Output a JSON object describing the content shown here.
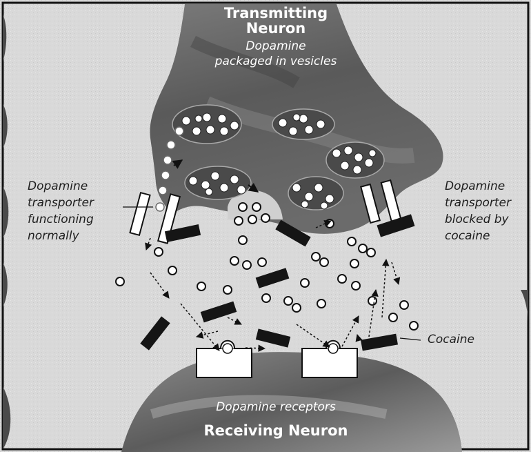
{
  "labels": {
    "transmitting_title_line1": "Transmitting",
    "transmitting_title_line2": "Neuron",
    "vesicle_note_line1": "Dopamine",
    "vesicle_note_line2": "packaged in vesicles",
    "transporter_normal": [
      "Dopamine",
      "transporter",
      "functioning",
      "normally"
    ],
    "transporter_blocked": [
      "Dopamine",
      "transporter",
      "blocked by",
      "cocaine"
    ],
    "cocaine": "Cocaine",
    "receptors": "Dopamine receptors",
    "receiving_title": "Receiving Neuron"
  },
  "colors": {
    "neuron": "#5f5f5f",
    "neuron_dark": "#3c3c3c",
    "background": "#d9d9d9",
    "cocaine": "#151515",
    "frame": "#111111"
  }
}
